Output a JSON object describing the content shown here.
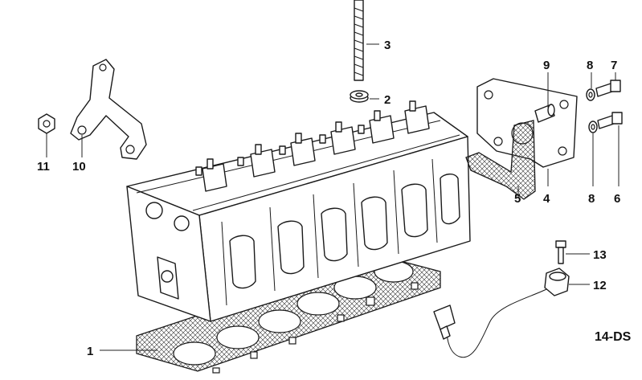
{
  "diagram": {
    "code": "14-DS",
    "callouts": [
      {
        "id": "c1",
        "label": "1"
      },
      {
        "id": "c2",
        "label": "2"
      },
      {
        "id": "c3",
        "label": "3"
      },
      {
        "id": "c4",
        "label": "4"
      },
      {
        "id": "c5",
        "label": "5"
      },
      {
        "id": "c6",
        "label": "6"
      },
      {
        "id": "c7",
        "label": "7"
      },
      {
        "id": "c8a",
        "label": "8"
      },
      {
        "id": "c8b",
        "label": "8"
      },
      {
        "id": "c9",
        "label": "9"
      },
      {
        "id": "c10",
        "label": "10"
      },
      {
        "id": "c11",
        "label": "11"
      },
      {
        "id": "c12",
        "label": "12"
      },
      {
        "id": "c13",
        "label": "13"
      }
    ]
  }
}
